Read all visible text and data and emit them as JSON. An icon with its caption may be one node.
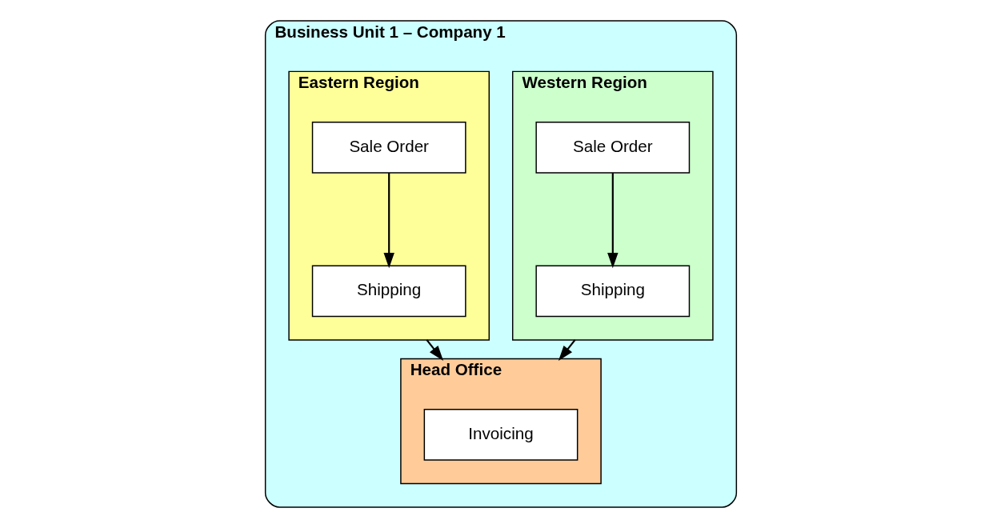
{
  "diagram": {
    "nodes": [
      {
        "text": [
          "Business Unit 1 – Company 1"
        ]
      },
      {
        "text": [
          "Western Region"
        ],
        "in": 0
      },
      {
        "text": [
          "Sale Order"
        ],
        "in": 1
      },
      {
        "text": [
          "Shipping"
        ],
        "in": 1
      },
      {
        "text": [
          "Eastern Region"
        ],
        "in": 0
      },
      {
        "text": [
          "Sale Order"
        ],
        "in": 4
      },
      {
        "text": [
          "Shipping"
        ],
        "in": 4
      },
      {
        "text": [
          "Head Office"
        ],
        "in": 0
      },
      {
        "text": [
          "Invoicing"
        ],
        "in": 7
      }
    ],
    "edges": [
      {
        "from": 2,
        "to": 3,
        "arrow": "to"
      },
      {
        "from": 5,
        "to": 6,
        "arrow": "to"
      },
      {
        "from": 1,
        "to": 7,
        "arrow": "to"
      },
      {
        "from": 4,
        "to": 7,
        "arrow": "to"
      }
    ]
  }
}
